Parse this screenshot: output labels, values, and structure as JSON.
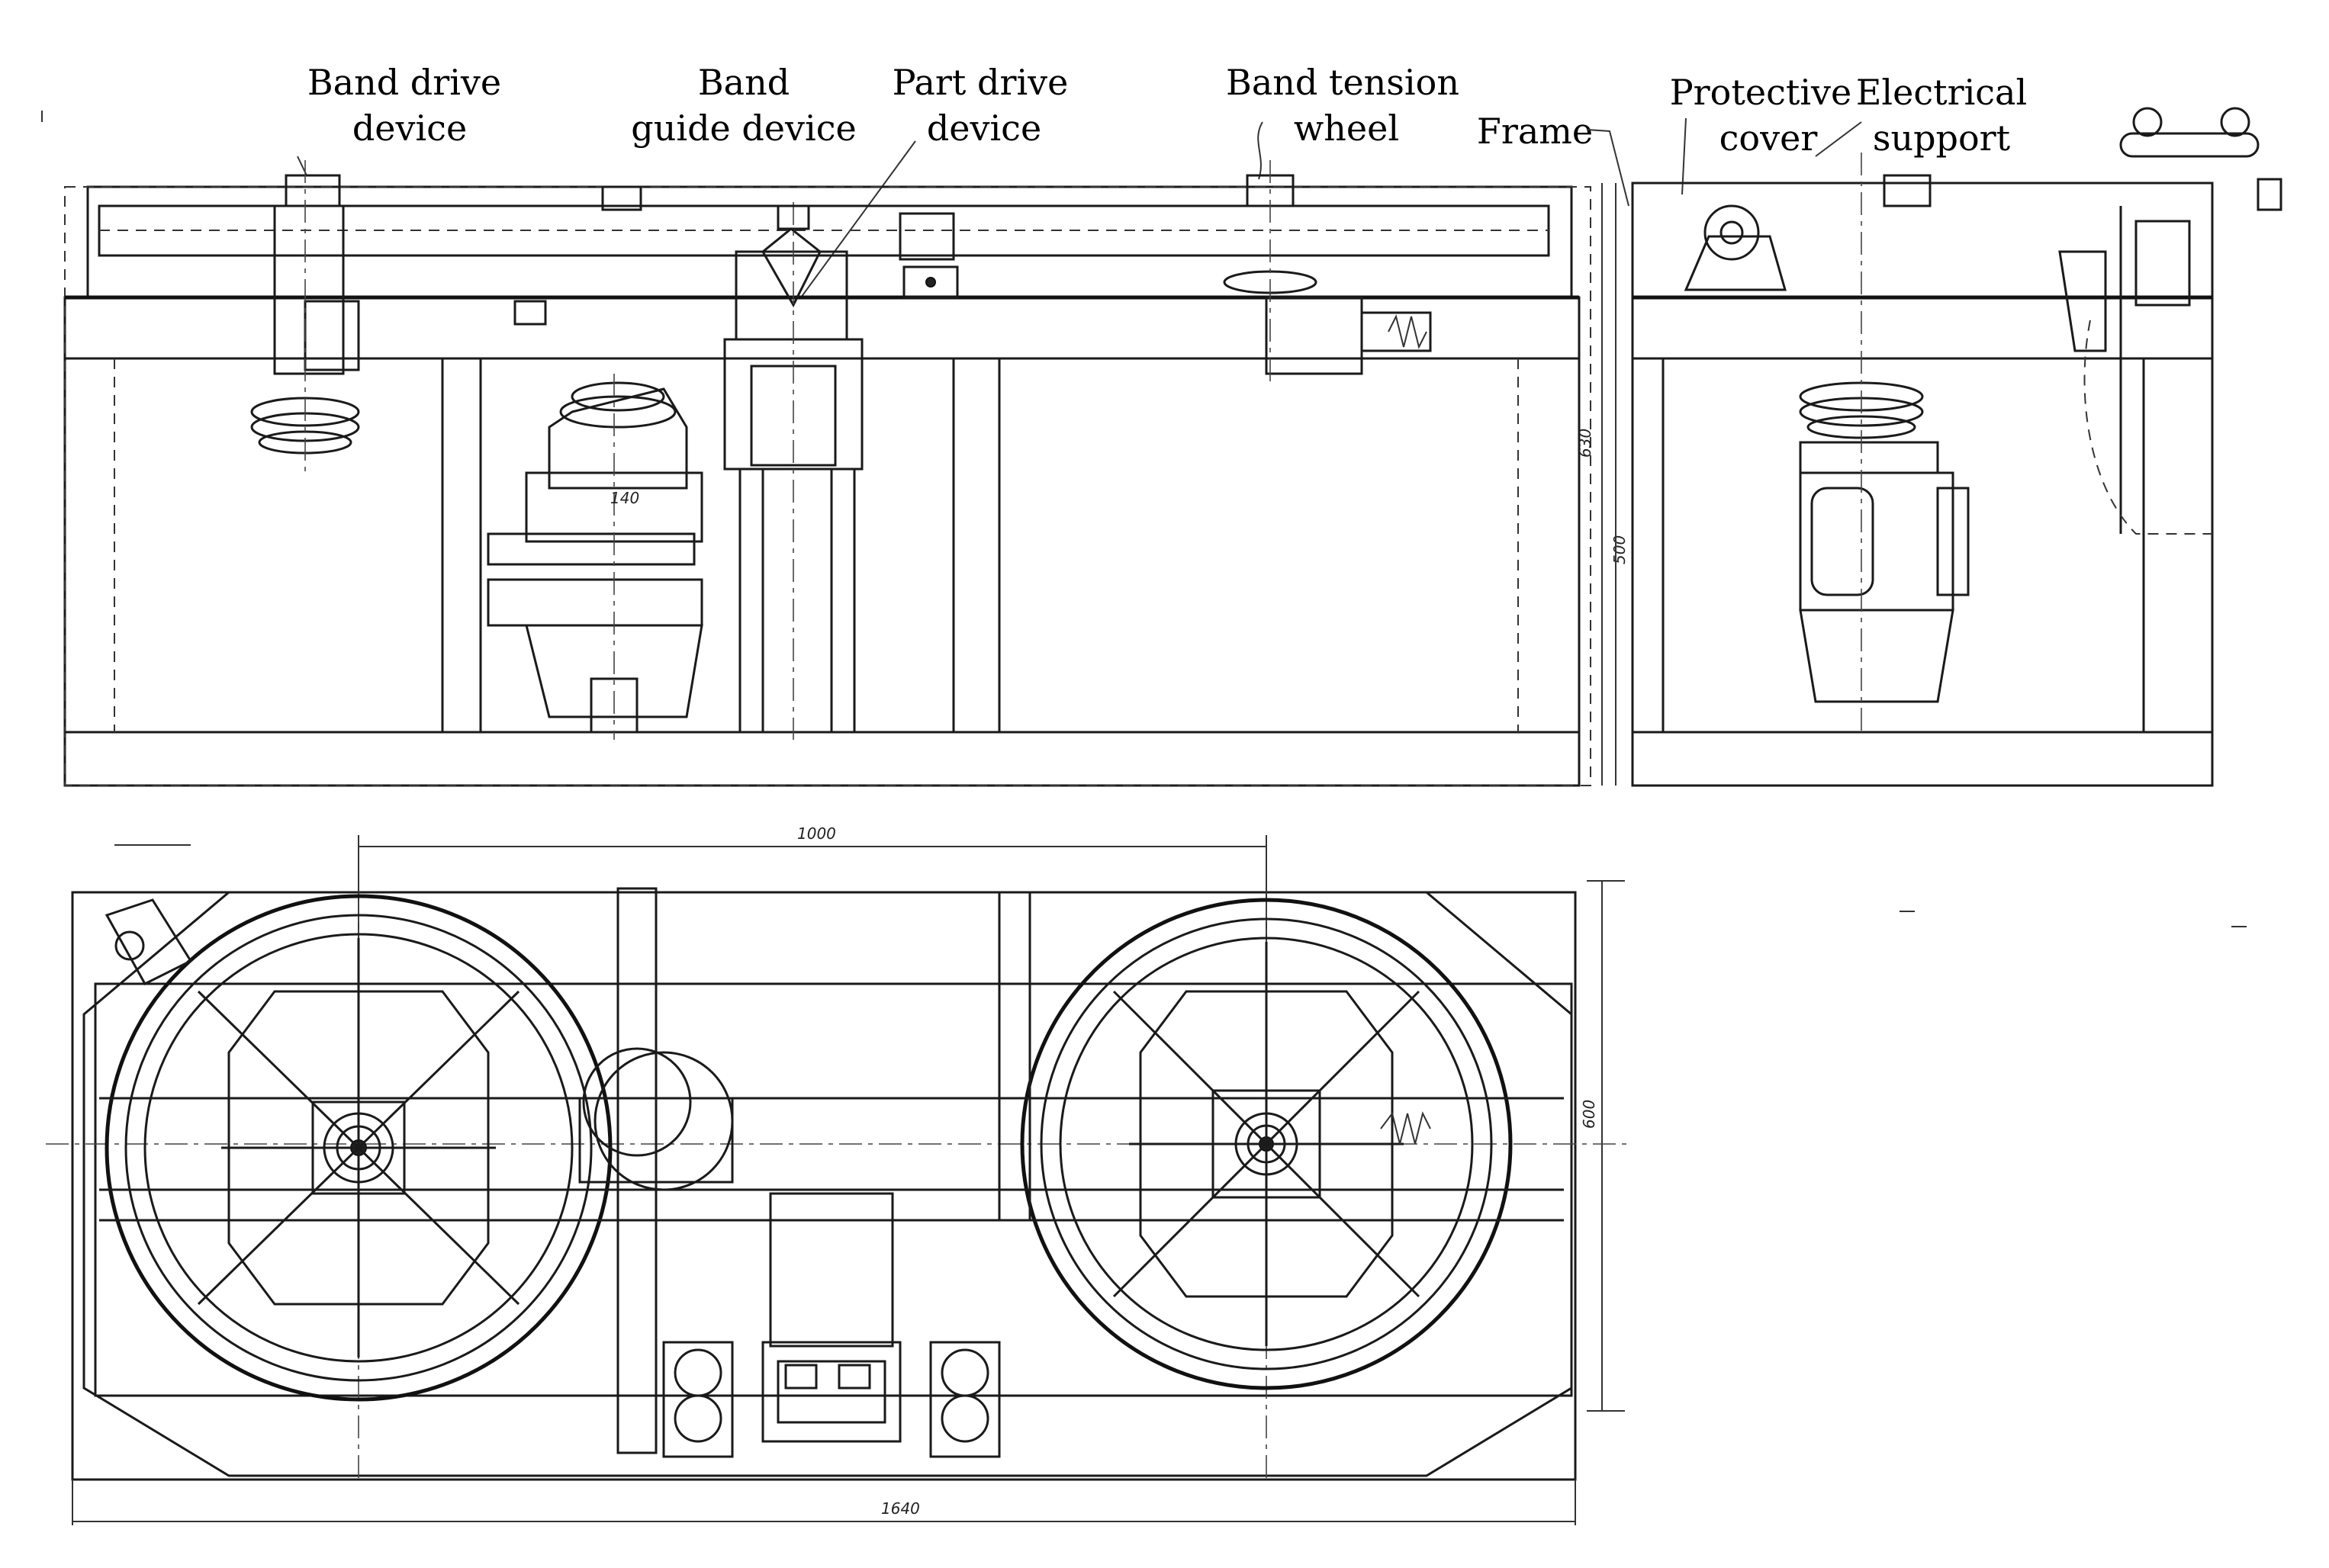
{
  "labels": {
    "band_drive_device": [
      "Band drive",
      "device"
    ],
    "band_guide_device": [
      "Band",
      "guide device"
    ],
    "part_drive_device": [
      "Part drive",
      "device"
    ],
    "band_tension_wheel": [
      "Band tension",
      "wheel"
    ],
    "frame": "Frame",
    "protective_cover": [
      "Protective",
      "cover"
    ],
    "electrical_support": [
      "Electrical",
      "support"
    ]
  },
  "dimensions": {
    "wheel_spacing": "1000",
    "overall_length": "1640",
    "width": "600",
    "height_upper": "630",
    "height_lower": "500",
    "motor_offset": "140"
  }
}
